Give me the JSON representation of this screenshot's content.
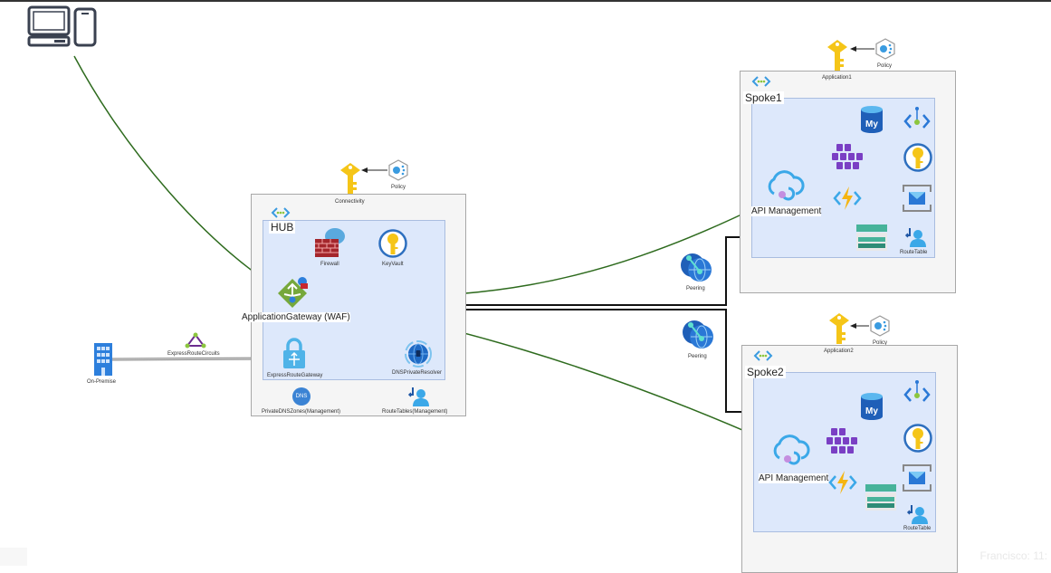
{
  "diagram": {
    "client": {
      "icon": "desktop-and-mobile-icon"
    },
    "on_premise": {
      "label": "On-Premise",
      "icon": "building-icon"
    },
    "express_route_circuits": {
      "label": "ExpressRouteCircuits",
      "icon": "express-route-circuit-icon"
    },
    "hub": {
      "subscription_label": "Connectivity",
      "vnet_label": "HUB",
      "policy_label": "Policy",
      "resources": {
        "firewall": "Firewall",
        "keyvault": "KeyVault",
        "app_gateway": "ApplicationGateway (WAF)",
        "express_route_gateway": "ExpressRouteGateway",
        "dns_private_resolver": "DNSPrivateResolver",
        "private_dns_zones": "PrivateDNSZones(Management)",
        "route_tables": "RouteTables(Management)",
        "dns_badge": "DNS"
      }
    },
    "peerings": [
      {
        "label": "Peering"
      },
      {
        "label": "Peering"
      }
    ],
    "spokes": [
      {
        "subscription_label": "Application1",
        "vnet_label": "Spoke1",
        "policy_label": "Policy",
        "api_management": "API Management",
        "route_table": "RouteTable",
        "mysql_badge": "My"
      },
      {
        "subscription_label": "Application2",
        "vnet_label": "Spoke2",
        "policy_label": "Policy",
        "api_management": "API Management",
        "route_table": "RouteTable",
        "mysql_badge": "My"
      }
    ],
    "colors": {
      "flow_arrow": "#2e6b1e",
      "peering_line": "#111111",
      "vnet_fill": "#dde8fb",
      "subscription_fill": "#f5f5f5"
    }
  },
  "watermark": "Francisco: 11:"
}
